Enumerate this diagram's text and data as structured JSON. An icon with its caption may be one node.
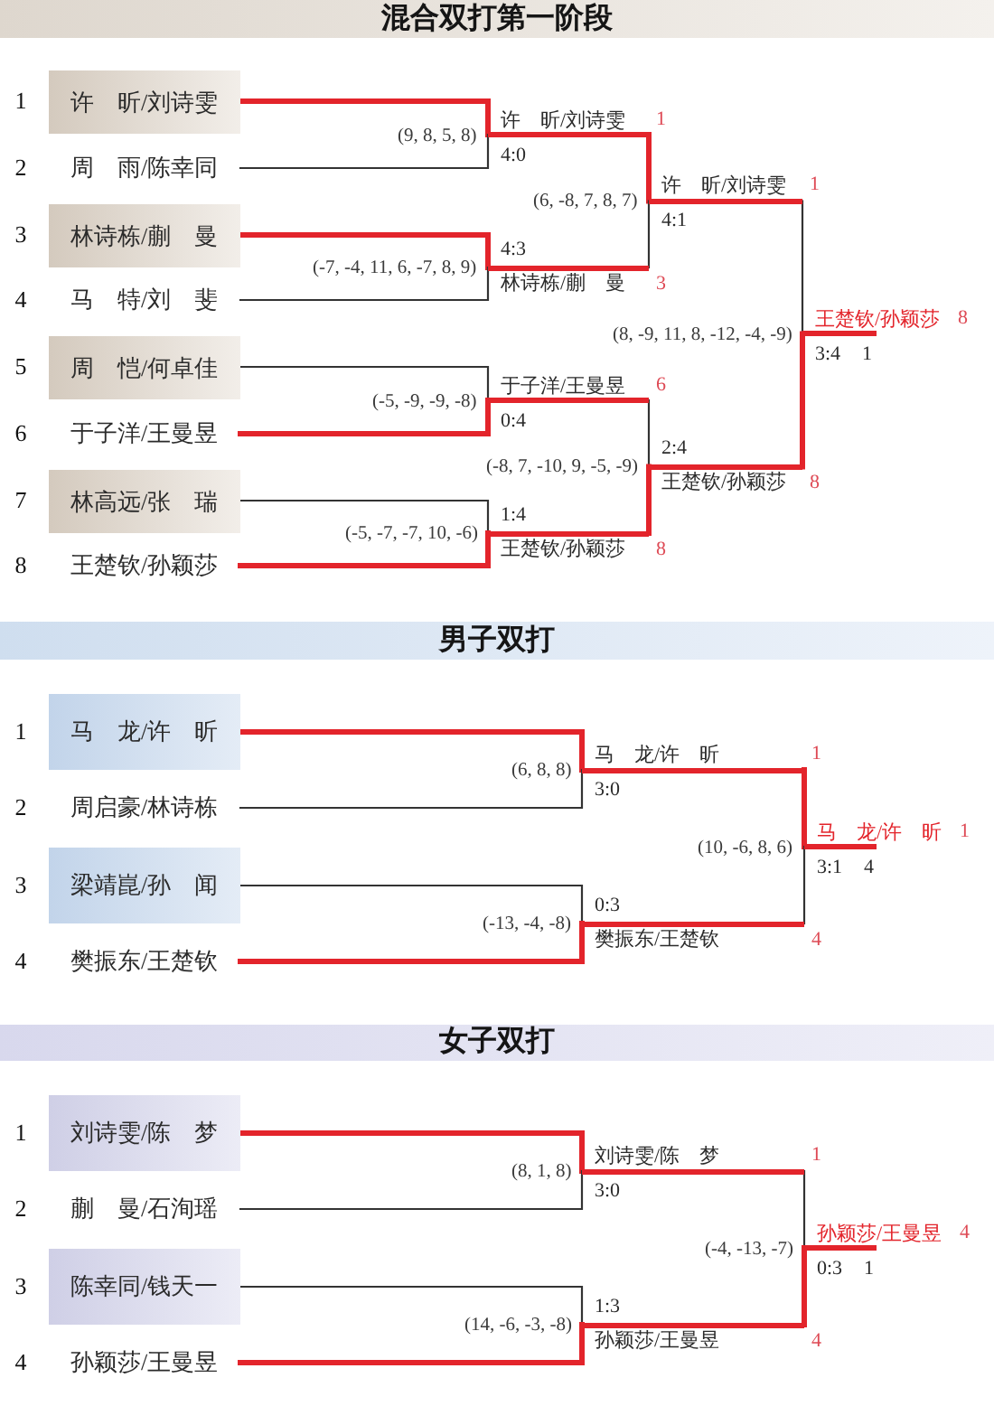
{
  "diagram": {
    "nodes": [
      {
        "text": [
          "混合双打第一阶段"
        ]
      },
      {
        "text": [
          "许　昕/刘诗雯"
        ],
        "beside": [
          "1"
        ]
      },
      {
        "text": [
          "周　雨/陈幸同"
        ],
        "beside": [
          "2"
        ]
      },
      {
        "text": [
          "林诗栋/蒯　曼"
        ],
        "beside": [
          "3"
        ]
      },
      {
        "text": [
          "马　特/刘　斐"
        ],
        "beside": [
          "4"
        ]
      },
      {
        "text": [
          "周　恺/何卓佳"
        ],
        "beside": [
          "5"
        ]
      },
      {
        "text": [
          "于子洋/王曼昱"
        ],
        "beside": [
          "6"
        ]
      },
      {
        "text": [
          "林高远/张　瑞"
        ],
        "beside": [
          "7"
        ]
      },
      {
        "text": [
          "王楚钦/孙颖莎"
        ],
        "beside": [
          "8"
        ]
      },
      {
        "text": [
          "许　昕/刘诗雯"
        ],
        "beside": [
          "1",
          "4:0",
          "(9, 8, 5, 8)"
        ]
      },
      {
        "text": [
          "林诗栋/蒯　曼"
        ],
        "beside": [
          "3",
          "4:3",
          "(-7, -4, 11, 6, -7, 8, 9)"
        ]
      },
      {
        "text": [
          "于子洋/王曼昱"
        ],
        "beside": [
          "6",
          "0:4",
          "(-5, -9, -9, -8)"
        ]
      },
      {
        "text": [
          "王楚钦/孙颖莎"
        ],
        "beside": [
          "8",
          "1:4",
          "(-5, -7, -7, 10, -6)"
        ]
      },
      {
        "text": [
          "许　昕/刘诗雯"
        ],
        "beside": [
          "1",
          "4:1",
          "(6, -8, 7, 8, 7)"
        ]
      },
      {
        "text": [
          "王楚钦/孙颖莎"
        ],
        "beside": [
          "8",
          "2:4",
          "(-8, 7, -10, 9, -5, -9)"
        ]
      },
      {
        "text": [
          "王楚钦/孙颖莎"
        ],
        "beside": [
          "8",
          "3:4",
          "1",
          "(8, -9, 11, 8, -12, -4, -9)"
        ]
      },
      {
        "text": [
          "男子双打"
        ]
      },
      {
        "text": [
          "马　龙/许　昕"
        ],
        "beside": [
          "1"
        ]
      },
      {
        "text": [
          "周启豪/林诗栋"
        ],
        "beside": [
          "2"
        ]
      },
      {
        "text": [
          "梁靖崑/孙　闻"
        ],
        "beside": [
          "3"
        ]
      },
      {
        "text": [
          "樊振东/王楚钦"
        ],
        "beside": [
          "4"
        ]
      },
      {
        "text": [
          "马　龙/许　昕"
        ],
        "beside": [
          "1",
          "3:0",
          "(6, 8, 8)"
        ]
      },
      {
        "text": [
          "樊振东/王楚钦"
        ],
        "beside": [
          "4",
          "0:3",
          "(-13, -4, -8)"
        ]
      },
      {
        "text": [
          "马　龙/许　昕"
        ],
        "beside": [
          "1",
          "3:1",
          "4",
          "(10, -6, 8, 6)"
        ]
      },
      {
        "text": [
          "女子双打"
        ]
      },
      {
        "text": [
          "刘诗雯/陈　梦"
        ],
        "beside": [
          "1"
        ]
      },
      {
        "text": [
          "蒯　曼/石洵瑶"
        ],
        "beside": [
          "2"
        ]
      },
      {
        "text": [
          "陈幸同/钱天一"
        ],
        "beside": [
          "3"
        ]
      },
      {
        "text": [
          "孙颖莎/王曼昱"
        ],
        "beside": [
          "4"
        ]
      },
      {
        "text": [
          "刘诗雯/陈　梦"
        ],
        "beside": [
          "1",
          "3:0",
          "(8, 1, 8)"
        ]
      },
      {
        "text": [
          "孙颖莎/王曼昱"
        ],
        "beside": [
          "4",
          "1:3",
          "(14, -6, -3, -8)"
        ]
      },
      {
        "text": [
          "孙颖莎/王曼昱"
        ],
        "beside": [
          "4",
          "0:3",
          "1",
          "(-4, -13, -7)"
        ]
      }
    ],
    "edges": [
      {
        "from": 1,
        "to": 9,
        "arrow": "none",
        "style": "thick",
        "color": "#e3242b"
      },
      {
        "from": 2,
        "to": 9,
        "arrow": "none",
        "color": "#333333"
      },
      {
        "from": 3,
        "to": 10,
        "arrow": "none",
        "style": "thick",
        "color": "#e3242b"
      },
      {
        "from": 4,
        "to": 10,
        "arrow": "none",
        "color": "#333333"
      },
      {
        "from": 5,
        "to": 11,
        "arrow": "none",
        "color": "#333333"
      },
      {
        "from": 6,
        "to": 11,
        "arrow": "none",
        "style": "thick",
        "color": "#e3242b"
      },
      {
        "from": 7,
        "to": 12,
        "arrow": "none",
        "color": "#333333"
      },
      {
        "from": 8,
        "to": 12,
        "arrow": "none",
        "style": "thick",
        "color": "#e3242b"
      },
      {
        "from": 9,
        "to": 13,
        "arrow": "none",
        "style": "thick",
        "color": "#e3242b"
      },
      {
        "from": 10,
        "to": 13,
        "arrow": "none",
        "color": "#333333"
      },
      {
        "from": 11,
        "to": 14,
        "arrow": "none",
        "color": "#333333"
      },
      {
        "from": 12,
        "to": 14,
        "arrow": "none",
        "style": "thick",
        "color": "#e3242b"
      },
      {
        "from": 13,
        "to": 15,
        "arrow": "none",
        "color": "#333333"
      },
      {
        "from": 14,
        "to": 15,
        "arrow": "none",
        "style": "thick",
        "color": "#e3242b"
      },
      {
        "from": 17,
        "to": 21,
        "arrow": "none",
        "style": "thick",
        "color": "#e3242b"
      },
      {
        "from": 18,
        "to": 21,
        "arrow": "none",
        "color": "#333333"
      },
      {
        "from": 19,
        "to": 22,
        "arrow": "none",
        "color": "#333333"
      },
      {
        "from": 20,
        "to": 22,
        "arrow": "none",
        "style": "thick",
        "color": "#e3242b"
      },
      {
        "from": 21,
        "to": 23,
        "arrow": "none",
        "style": "thick",
        "color": "#e3242b"
      },
      {
        "from": 22,
        "to": 23,
        "arrow": "none",
        "color": "#333333"
      },
      {
        "from": 25,
        "to": 29,
        "arrow": "none",
        "style": "thick",
        "color": "#e3242b"
      },
      {
        "from": 26,
        "to": 29,
        "arrow": "none",
        "color": "#333333"
      },
      {
        "from": 27,
        "to": 30,
        "arrow": "none",
        "color": "#333333"
      },
      {
        "from": 28,
        "to": 30,
        "arrow": "none",
        "style": "thick",
        "color": "#e3242b"
      },
      {
        "from": 29,
        "to": 31,
        "arrow": "none",
        "color": "#333333"
      },
      {
        "from": 30,
        "to": 31,
        "arrow": "none",
        "style": "thick",
        "color": "#e3242b"
      }
    ]
  }
}
